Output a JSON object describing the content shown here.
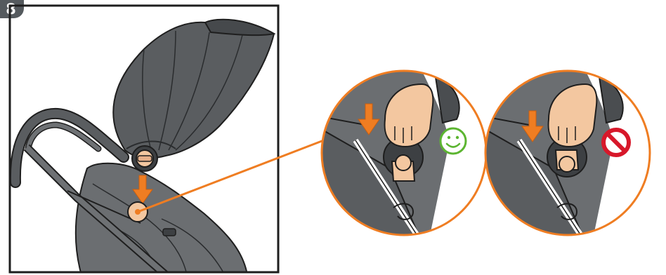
{
  "step": {
    "number": "8"
  },
  "colors": {
    "accent_orange": "#ef7d22",
    "skin": "#f3c7a0",
    "fabric_dark": "#5a5d60",
    "fabric_mid": "#6e7174",
    "frame_dark": "#3d4043",
    "outline": "#1e1e1e",
    "ok_green": "#5cb531",
    "no_red": "#d7182a",
    "badge_bg": "#555a5e"
  },
  "illustration": {
    "main_view": {
      "subject": "stroller-with-canopy",
      "action": "push-down-arrow"
    },
    "callouts": [
      {
        "id": "correct-position",
        "status": "correct",
        "indicator": "smiley-icon"
      },
      {
        "id": "incorrect-position",
        "status": "incorrect",
        "indicator": "prohibited-icon"
      }
    ]
  }
}
